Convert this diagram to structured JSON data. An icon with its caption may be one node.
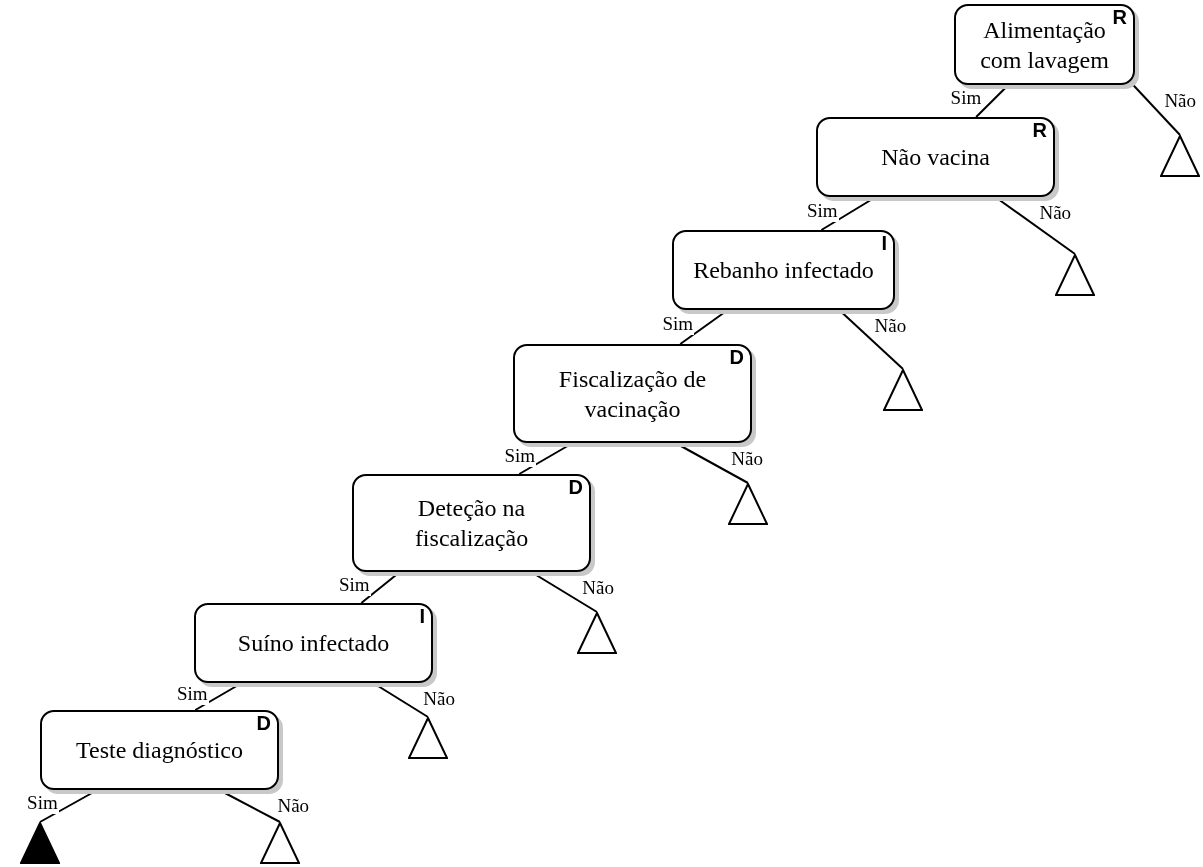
{
  "diagram": {
    "nodes": [
      {
        "text": [
          "Alimentação com lavagem",
          "R"
        ]
      },
      {
        "text": [
          "Não vacina",
          "R"
        ]
      },
      {
        "text": [
          "Rebanho infectado",
          "I"
        ]
      },
      {
        "text": [
          "Fiscalização de vacinação",
          "D"
        ]
      },
      {
        "text": [
          "Deteção na fiscalização",
          "D"
        ]
      },
      {
        "text": [
          "Suíno infectado",
          "I"
        ]
      },
      {
        "text": [
          "Teste diagnóstico",
          "D"
        ]
      },
      {
        "text": [],
        "shape": "triangle"
      },
      {
        "text": [],
        "shape": "triangle"
      },
      {
        "text": [],
        "shape": "triangle"
      },
      {
        "text": [],
        "shape": "triangle"
      },
      {
        "text": [],
        "shape": "triangle"
      },
      {
        "text": [],
        "shape": "triangle"
      },
      {
        "text": [],
        "shape": "triangle"
      },
      {
        "text": [],
        "shape": "solid-triangle"
      }
    ],
    "edges": [
      {
        "from": 0,
        "to": 1,
        "arrow": "none",
        "label": "Sim"
      },
      {
        "from": 0,
        "to": 7,
        "arrow": "none",
        "label": "Não"
      },
      {
        "from": 1,
        "to": 2,
        "arrow": "none",
        "label": "Sim"
      },
      {
        "from": 1,
        "to": 8,
        "arrow": "none",
        "label": "Não"
      },
      {
        "from": 2,
        "to": 3,
        "arrow": "none",
        "label": "Sim"
      },
      {
        "from": 2,
        "to": 9,
        "arrow": "none",
        "label": "Não"
      },
      {
        "from": 3,
        "to": 4,
        "arrow": "none",
        "label": "Sim"
      },
      {
        "from": 3,
        "to": 10,
        "arrow": "none",
        "label": "Não"
      },
      {
        "from": 4,
        "to": 5,
        "arrow": "none",
        "label": "Sim"
      },
      {
        "from": 4,
        "to": 11,
        "arrow": "none",
        "label": "Não"
      },
      {
        "from": 5,
        "to": 6,
        "arrow": "none",
        "label": "Sim"
      },
      {
        "from": 5,
        "to": 12,
        "arrow": "none",
        "label": "Não"
      },
      {
        "from": 6,
        "to": 14,
        "arrow": "none",
        "label": "Sim"
      },
      {
        "from": 6,
        "to": 13,
        "arrow": "none",
        "label": "Não"
      }
    ]
  }
}
